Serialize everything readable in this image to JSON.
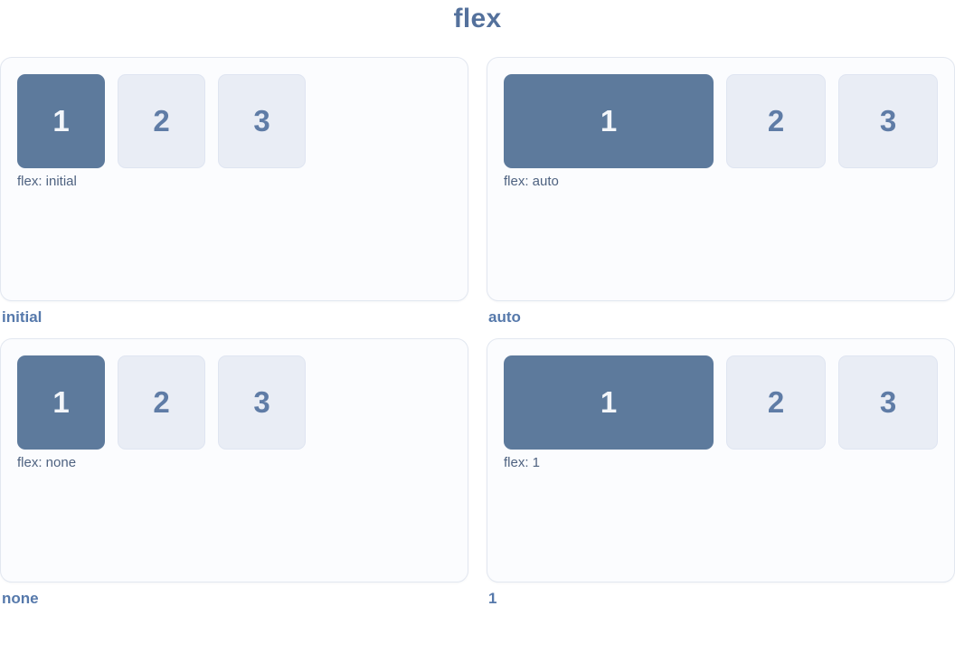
{
  "page": {
    "title": "flex"
  },
  "colors": {
    "title_text": "#54719c",
    "caption_text": "#5679ab",
    "label_text": "#4e6280",
    "panel_background": "#fbfcfe",
    "panel_border": "#e2e7f0",
    "highlight_box_background": "#5d7a9c",
    "highlight_box_text": "#f3f6fa",
    "plain_box_background": "#e9edf5",
    "plain_box_border": "#dfe5f1",
    "plain_box_text": "#5f7ca6"
  },
  "demos": [
    {
      "caption": "initial",
      "label": "flex: initial",
      "items": [
        "1",
        "2",
        "3"
      ]
    },
    {
      "caption": "auto",
      "label": "flex: auto",
      "items": [
        "1",
        "2",
        "3"
      ]
    },
    {
      "caption": "none",
      "label": "flex: none",
      "items": [
        "1",
        "2",
        "3"
      ]
    },
    {
      "caption": "1",
      "label": "flex: 1",
      "items": [
        "1",
        "2",
        "3"
      ]
    }
  ]
}
